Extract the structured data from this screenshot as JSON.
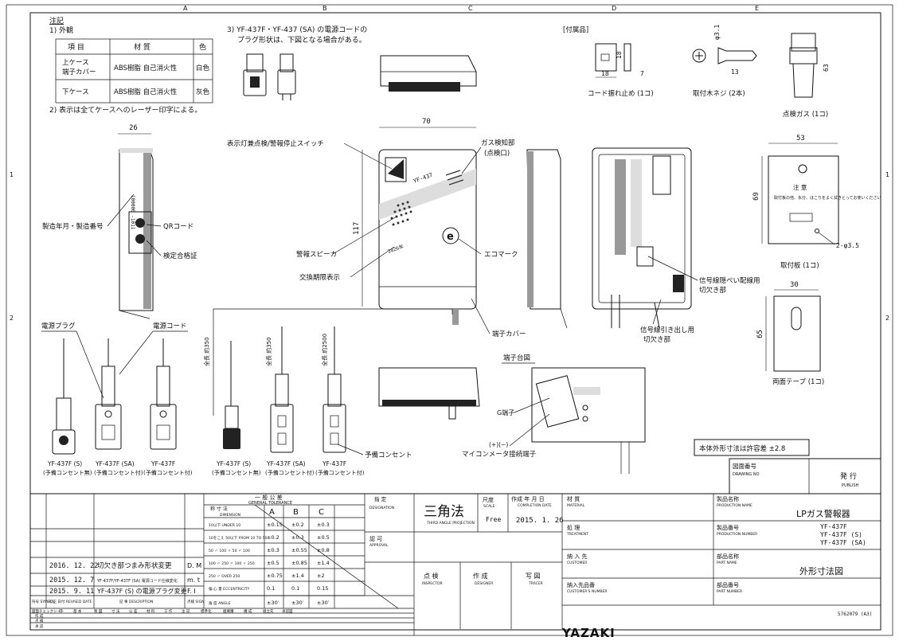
{
  "border": {
    "top_cols": [
      "A",
      "B",
      "C",
      "D",
      "E"
    ],
    "side_rows": [
      "1",
      "2"
    ]
  },
  "notes": {
    "title": "注記",
    "n1": "1) 外観",
    "table_head": [
      "項 目",
      "材 質",
      "色"
    ],
    "rows": [
      {
        "item_a": "上ケース",
        "item_b": "端子カバー",
        "mat": "ABS樹脂 自己消火性",
        "color": "白色"
      },
      {
        "item_a": "下ケース",
        "item_b": "",
        "mat": "ABS樹脂 自己消火性",
        "color": "灰色"
      }
    ],
    "n2": "2) 表示は全てケースへのレーザー印字による。",
    "n3a": "3) YF-437F・YF-437 (SA) の電源コードの",
    "n3b": "プラグ形状は、下図となる場合がある。"
  },
  "accessories": {
    "title": "[付属品]",
    "cord_stop": "コード振れ止め (1コ)",
    "wood_screw": "取付木ネジ (2本)",
    "test_gas": "点検ガス (1コ)",
    "mount_plate": "取付板 (1コ)",
    "tape": "両面テープ (1コ)",
    "plate_caution": "注 意",
    "plate_caution_text": "取付板の他、氷分、ほこりをよく拭きとってお使いください"
  },
  "dims": {
    "d18a": "18",
    "d18b": "18",
    "d7": "7",
    "d31": "φ3.1",
    "d13": "13",
    "d63": "63",
    "d26": "26",
    "d70": "70",
    "d117": "117",
    "d53": "53",
    "d69": "69",
    "d35": "2-φ3.5",
    "d30": "30",
    "d65": "65"
  },
  "labels": {
    "switch": "表示灯兼点検/警報停止スイッチ",
    "gas_sensor_a": "ガス検知部",
    "gas_sensor_b": "(点検口)",
    "mfg": "製造年月・製造番号",
    "qr": "QRコード",
    "cert": "検定合格証",
    "speaker": "警報スピーカ",
    "eco": "エコマーク",
    "expiry": "交換期限表示",
    "term_cover": "端子カバー",
    "signal_a": "信号線隠ぺい配線用",
    "signal_b": "切欠き部",
    "signal_c": "信号線引き出し用",
    "signal_d": "切欠き部",
    "term_diagram": "端子台図",
    "g_term": "G端子",
    "meter_a": "(+)(−)",
    "meter_b": "マイコンメータ接続端子",
    "spare_outlet": "予備コンセント",
    "power_plug": "電源プラグ",
    "power_cord": "電源コード",
    "tol_note": "本体外形寸法は許容差 ±2.8",
    "len350a": "全長 約350",
    "len350b": "全長 約350",
    "len2500": "全長 約2500",
    "model_serial": "100000 -1011",
    "eco_mark": "e"
  },
  "variants": [
    {
      "model": "YF-437F (S)",
      "sub": "(予備コンセント無)"
    },
    {
      "model": "YF-437F (SA)",
      "sub": "(予備コンセント付)"
    },
    {
      "model": "YF-437F",
      "sub": "(予備コンセント付)"
    },
    {
      "model": "YF-437F (S)",
      "sub": "(予備コンセント無)"
    },
    {
      "model": "YF-437F (SA)",
      "sub": "(予備コンセント付)"
    },
    {
      "model": "YF-437F",
      "sub": "(予備コンセント付)"
    }
  ],
  "title_block": {
    "tolerance_title": "一 般 公 差",
    "tolerance_en": "GENERAL TOLERANCE",
    "dim_label": "称 寸 法",
    "dim_en": "DIMENSION",
    "cols": [
      "A",
      "B",
      "C"
    ],
    "tol_rows": [
      {
        "range": "10以下 UNDER 10",
        "a": "±0.15",
        "b": "±0.2",
        "c": "±0.3"
      },
      {
        "range": "10をこえ 50以下 FROM 10 TO 50",
        "a": "±0.2",
        "b": "±0.3",
        "c": "±0.5"
      },
      {
        "range": "50 〃 100 〃 50 〃 100",
        "a": "±0.3",
        "b": "±0.55",
        "c": "±0.8"
      },
      {
        "range": "100 〃 250 〃 100 〃 250",
        "a": "±0.5",
        "b": "±0.85",
        "c": "±1.4"
      },
      {
        "range": "250 〃 OVER 250",
        "a": "±0.75",
        "b": "±1.4",
        "c": "±2"
      },
      {
        "range": "偏 心 量 ECCENTRICITY",
        "a": "0.1",
        "b": "0.1",
        "c": "0.15"
      },
      {
        "range": "角 度 ANGLE",
        "a": "±30′",
        "b": "±30′",
        "c": "±30′"
      }
    ],
    "designation": "指 定",
    "designation_en": "DESIGNATION",
    "projection": "三角法",
    "projection_en": "THIRD ANGLE PROJECTION",
    "scale_label": "尺度",
    "scale_en": "SCALE",
    "scale": "Free",
    "date_label": "作成 年 月 日",
    "date_en": "COMPLETION DATE",
    "date": "2015. 1. 26",
    "approval": "認 可",
    "approval_en": "APPROVAL",
    "inspector": "点 検",
    "inspector_en": "INSPECTOR",
    "designer": "作 成",
    "designer_en": "DESIGNER",
    "tracer": "写 図",
    "tracer_en": "TRACER",
    "material": "材 質",
    "material_en": "MATERIAL",
    "treatment": "処 理",
    "treatment_en": "TREATMENT",
    "customer": "納 入 先",
    "customer_en": "CUSTOMER",
    "cust_no": "納入先品番",
    "cust_no_en": "CUSTOMER'S NUMBER",
    "prod_name_label": "製品名称",
    "prod_name_en": "PRODUCTION NAME",
    "prod_name": "LPガス警報器",
    "prod_no_label": "製品番号",
    "prod_no_en": "PRODUCTION NUMBER",
    "prod_no": [
      "YF-437F",
      "YF-437F (S)",
      "YF-437F (SA)"
    ],
    "part_name_label": "部品名称",
    "part_name_en": "PART NAME",
    "part_name": "外形寸法図",
    "part_no_label": "部品番号",
    "part_no_en": "PART NUMBER",
    "drawing_no_label": "図面番号",
    "drawing_no_en": "DRAWING NO",
    "publish": "発 行",
    "publish_en": "PUBLISH",
    "doc_code": "5762079 (A3)",
    "brand": "YAZAKI"
  },
  "revisions": [
    {
      "date": "2016. 12. 22",
      "desc": "切欠き部つまみ形状変更",
      "sign": "D. M"
    },
    {
      "date": "2015. 12. 7",
      "desc": "YF-437F/YF-437F (SA) 電源コード仕様変化",
      "sign": "m. t"
    },
    {
      "date": "2015. 9. 11",
      "desc": "YF-437F (S) の電源プラグ変更",
      "sign": "F. I"
    }
  ],
  "rev_head": {
    "symbol": "符号 SYMBOL",
    "date": "訂正 日付 REVISED DATE",
    "desc": "記 事 DESCRIPTION",
    "sign": "点検 SIGN"
  },
  "check_row": [
    "図面チェックシート",
    "印",
    "基 本",
    "製 図",
    "寸 法",
    "公 差",
    "材 料",
    "工 作",
    "注 記",
    "標準化",
    "組織購",
    "構 成",
    "組立先",
    "承認図"
  ],
  "check_side": [
    "作 成",
    "点 検",
    "承 認"
  ]
}
